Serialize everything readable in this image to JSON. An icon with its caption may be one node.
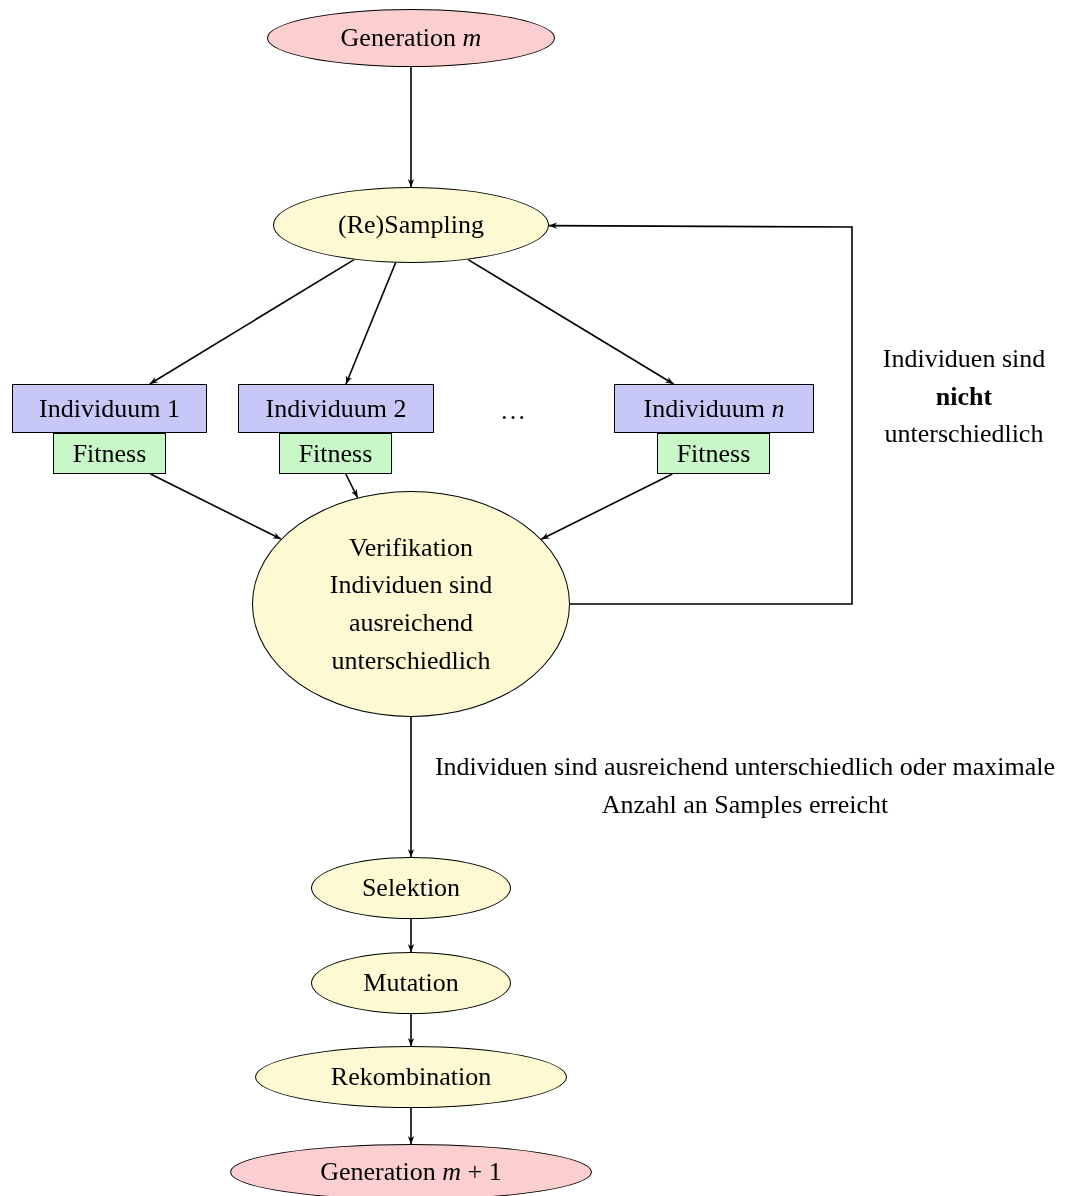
{
  "diagram": {
    "nodes": [
      {
        "text": [
          "Generation *m*"
        ]
      },
      {
        "text": [
          "(Re)Sampling"
        ]
      },
      {
        "text": [
          "Individuum 1"
        ]
      },
      {
        "text": [
          "Fitness"
        ]
      },
      {
        "text": [
          "Individuum 2"
        ]
      },
      {
        "text": [
          "Fitness"
        ]
      },
      {
        "text": [
          "Individuum *n*"
        ]
      },
      {
        "text": [
          "Fitness"
        ]
      },
      {
        "text": [
          "Verifikation",
          "Individuen sind ausreichend unterschiedlich"
        ]
      },
      {
        "text": [
          "Selektion"
        ]
      },
      {
        "text": [
          "Mutation"
        ]
      },
      {
        "text": [
          "Rekombination"
        ]
      },
      {
        "text": [
          "Generation *m* + 1"
        ]
      }
    ],
    "edges": [
      {
        "from": 0,
        "to": 1,
        "arrow": "to"
      },
      {
        "from": 1,
        "to": 2,
        "arrow": "to"
      },
      {
        "from": 1,
        "to": 4,
        "arrow": "to"
      },
      {
        "from": 1,
        "to": 6,
        "arrow": "to"
      },
      {
        "from": 3,
        "to": 8,
        "arrow": "to"
      },
      {
        "from": 5,
        "to": 8,
        "arrow": "to"
      },
      {
        "from": 7,
        "to": 8,
        "arrow": "to"
      },
      {
        "from": 8,
        "to": 1,
        "arrow": "to",
        "label": "Individuen sind **nicht** unterschiedlich"
      },
      {
        "from": 8,
        "to": 9,
        "arrow": "to",
        "label": "Individuen sind ausreichend unterschiedlich oder maximale Anzahl an Samples erreicht"
      },
      {
        "from": 9,
        "to": 10,
        "arrow": "to"
      },
      {
        "from": 10,
        "to": 11,
        "arrow": "to"
      },
      {
        "from": 11,
        "to": 12,
        "arrow": "to"
      }
    ],
    "labels": [
      "…"
    ]
  }
}
